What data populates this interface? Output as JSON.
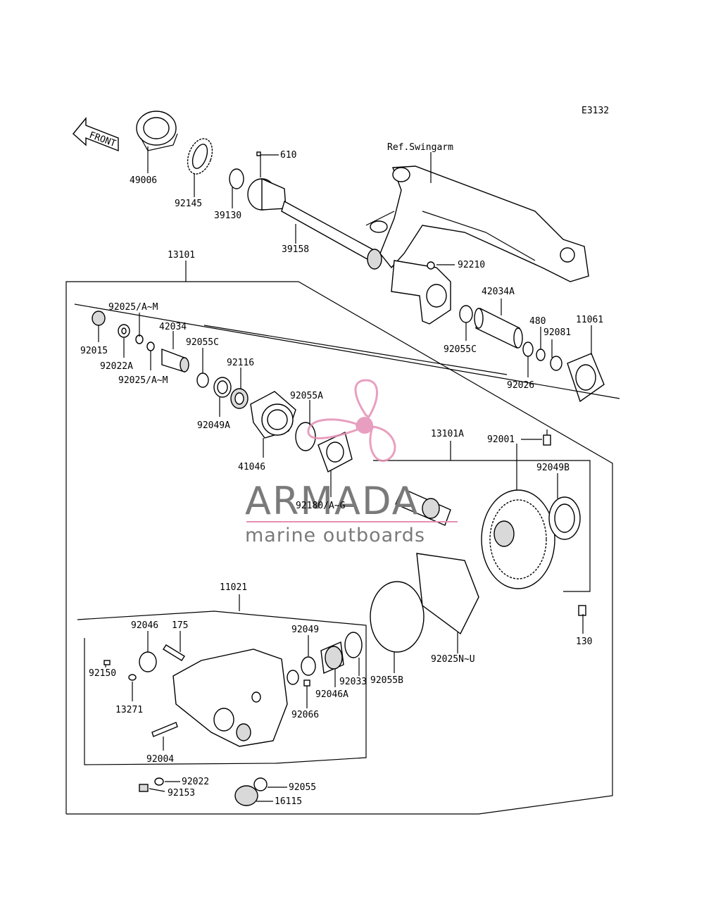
{
  "diagram": {
    "code": "E3132",
    "front_label": "FRONT",
    "ref_label": "Ref.Swingarm",
    "labels": [
      {
        "id": "49006",
        "text": "49006"
      },
      {
        "id": "92145",
        "text": "92145"
      },
      {
        "id": "610",
        "text": "610"
      },
      {
        "id": "39130",
        "text": "39130"
      },
      {
        "id": "39158",
        "text": "39158"
      },
      {
        "id": "13101",
        "text": "13101"
      },
      {
        "id": "92210",
        "text": "92210"
      },
      {
        "id": "42034A",
        "text": "42034A"
      },
      {
        "id": "480",
        "text": "480"
      },
      {
        "id": "92081",
        "text": "92081"
      },
      {
        "id": "11061",
        "text": "11061"
      },
      {
        "id": "92025AM_top",
        "text": "92025/A~M"
      },
      {
        "id": "92015",
        "text": "92015"
      },
      {
        "id": "92022A",
        "text": "92022A"
      },
      {
        "id": "42034",
        "text": "42034"
      },
      {
        "id": "92055C_left",
        "text": "92055C"
      },
      {
        "id": "92025AM_bot",
        "text": "92025/A~M"
      },
      {
        "id": "92116",
        "text": "92116"
      },
      {
        "id": "92055C_right",
        "text": "92055C"
      },
      {
        "id": "92026",
        "text": "92026"
      },
      {
        "id": "92049A",
        "text": "92049A"
      },
      {
        "id": "92055A",
        "text": "92055A"
      },
      {
        "id": "41046",
        "text": "41046"
      },
      {
        "id": "13101A",
        "text": "13101A"
      },
      {
        "id": "92001",
        "text": "92001"
      },
      {
        "id": "92049B",
        "text": "92049B"
      },
      {
        "id": "92180AG",
        "text": "92180/A~G"
      },
      {
        "id": "11021",
        "text": "11021"
      },
      {
        "id": "92046",
        "text": "92046"
      },
      {
        "id": "175",
        "text": "175"
      },
      {
        "id": "92049",
        "text": "92049"
      },
      {
        "id": "130",
        "text": "130"
      },
      {
        "id": "92025NU",
        "text": "92025N~U"
      },
      {
        "id": "92150",
        "text": "92150"
      },
      {
        "id": "92033",
        "text": "92033"
      },
      {
        "id": "92046A",
        "text": "92046A"
      },
      {
        "id": "92055B",
        "text": "92055B"
      },
      {
        "id": "13271",
        "text": "13271"
      },
      {
        "id": "92066",
        "text": "92066"
      },
      {
        "id": "92004",
        "text": "92004"
      },
      {
        "id": "92022",
        "text": "92022"
      },
      {
        "id": "92055",
        "text": "92055"
      },
      {
        "id": "92153",
        "text": "92153"
      },
      {
        "id": "16115",
        "text": "16115"
      }
    ]
  },
  "watermark": {
    "title": "ARMADA",
    "subtitle": "marine outboards",
    "accent_color": "#e58fb4",
    "text_color": "#7a7a7a"
  }
}
